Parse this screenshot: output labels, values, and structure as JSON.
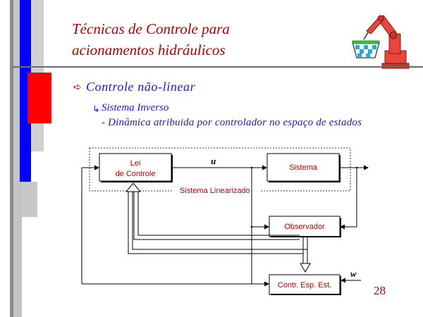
{
  "slide": {
    "title_line1": "Técnicas de Controle para",
    "title_line2": "acionamentos hidráulicos",
    "bullet1": "Controle não-linear",
    "bullet2": "Sistema Inverso",
    "bullet3": "- Dinâmica atribuida por controlador no espaço de estados",
    "page_number": "28"
  },
  "diagram": {
    "block_control_line1": "Lei",
    "block_control_line2": "de Controle",
    "block_system": "Sistema",
    "block_observer": "Observador",
    "block_statespace": "Contr. Esp. Est.",
    "linearized_label": "Sistema Linearizado",
    "signal_u": "u",
    "signal_w": "w"
  },
  "colors": {
    "title": "#b30000",
    "body_text": "#1a1ad0",
    "block_label": "#b30000",
    "left_bar_blue": "#0000ff",
    "left_bar_red": "#ff0000",
    "left_bar_gray": "#b0b0b0"
  },
  "icons": [
    "hollow-arrow-bullet-icon",
    "hooked-arrow-bullet-icon",
    "robot-arm-logo"
  ]
}
